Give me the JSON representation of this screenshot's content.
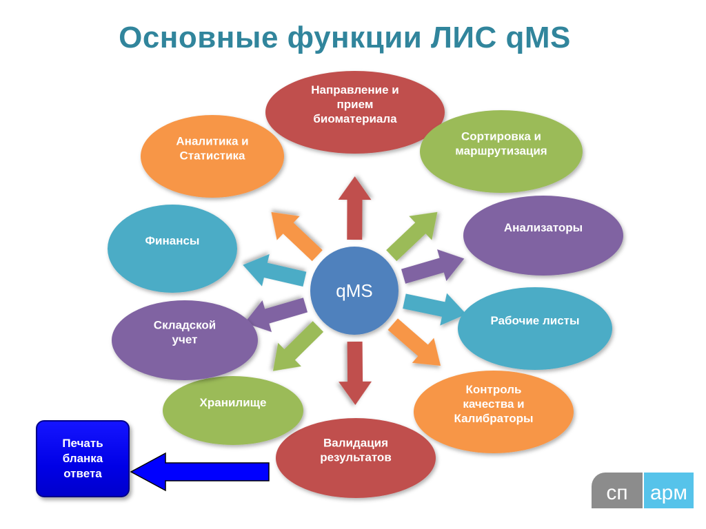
{
  "title": "Основные функции ЛИС qMS",
  "center": {
    "label": "qMS",
    "color": "#4f81bd"
  },
  "nodes": [
    {
      "id": "direction",
      "lines": [
        "Направление и",
        "прием",
        "биоматериала"
      ],
      "color": "#c0504d"
    },
    {
      "id": "sorting",
      "lines": [
        "Сортировка и",
        "маршрутизация"
      ],
      "color": "#9bbb59"
    },
    {
      "id": "analyzers",
      "lines": [
        "Анализаторы"
      ],
      "color": "#8064a2"
    },
    {
      "id": "worksheets",
      "lines": [
        "Рабочие листы"
      ],
      "color": "#4bacc6"
    },
    {
      "id": "quality",
      "lines": [
        "Контроль",
        "качества и",
        "Калибраторы"
      ],
      "color": "#f79646"
    },
    {
      "id": "validation",
      "lines": [
        "Валидация",
        "результатов"
      ],
      "color": "#c0504d"
    },
    {
      "id": "storage",
      "lines": [
        "Хранилище"
      ],
      "color": "#9bbb59"
    },
    {
      "id": "warehouse",
      "lines": [
        "Складской",
        "учет"
      ],
      "color": "#8064a2"
    },
    {
      "id": "finance",
      "lines": [
        "Финансы"
      ],
      "color": "#4bacc6"
    },
    {
      "id": "analytics",
      "lines": [
        "Аналитика и",
        "Статистика"
      ],
      "color": "#f79646"
    }
  ],
  "print_box": {
    "lines": [
      "Печать",
      "бланка",
      "ответа"
    ],
    "color": "#0000ee",
    "arrow_color": "#0000ff"
  },
  "logo": {
    "left": "сп",
    "right": "арм",
    "left_color": "#8c8c8c",
    "right_color": "#56c3ea"
  }
}
